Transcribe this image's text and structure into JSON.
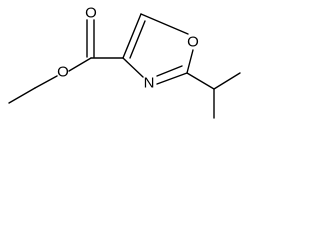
{
  "molecule": {
    "atoms": {
      "carbonyl_oxygen": "O",
      "ester_oxygen": "O",
      "ring_nitrogen": "N",
      "ring_oxygen": "O"
    }
  },
  "colors": {
    "bond": "#000000",
    "label": "#000000",
    "background": "#ffffff"
  }
}
